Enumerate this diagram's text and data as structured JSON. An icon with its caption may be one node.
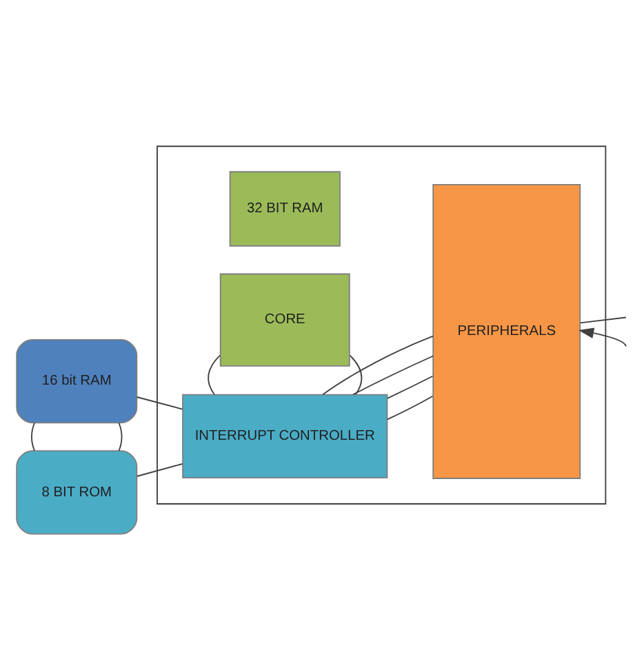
{
  "diagram": {
    "nodes": [
      {
        "text": [],
        "shape": "box"
      },
      {
        "text": [
          "16 bit RAM"
        ]
      },
      {
        "text": [
          "32 BIT RAM"
        ],
        "in": 0
      },
      {
        "text": [
          "INTERRUPT CONTROLLER"
        ],
        "in": 0
      },
      {
        "text": [
          "PERIPHERALS"
        ],
        "in": 0
      },
      {
        "text": [
          "8 BIT ROM"
        ]
      },
      {
        "text": [
          "CORE"
        ],
        "in": 0
      }
    ],
    "edges": [
      {
        "from": 1,
        "to": 5,
        "arrow": "none"
      },
      {
        "from": 1,
        "to": 5,
        "arrow": "none"
      },
      {
        "from": 1,
        "to": 3,
        "arrow": "none"
      },
      {
        "from": 5,
        "to": 3,
        "arrow": "none"
      },
      {
        "from": 3,
        "to": 4,
        "arrow": "none"
      },
      {
        "from": 3,
        "to": 4,
        "arrow": "none"
      },
      {
        "from": 3,
        "to": 4,
        "arrow": "none"
      },
      {
        "from": 3,
        "to": 4,
        "arrow": "none"
      },
      {
        "from": 3,
        "to": 6,
        "arrow": "none"
      },
      {
        "from": 3,
        "to": 6,
        "arrow": "none"
      },
      {
        "from": 4,
        "to": null,
        "arrow": "none"
      },
      {
        "from": null,
        "to": 4,
        "arrow": "to"
      }
    ]
  }
}
